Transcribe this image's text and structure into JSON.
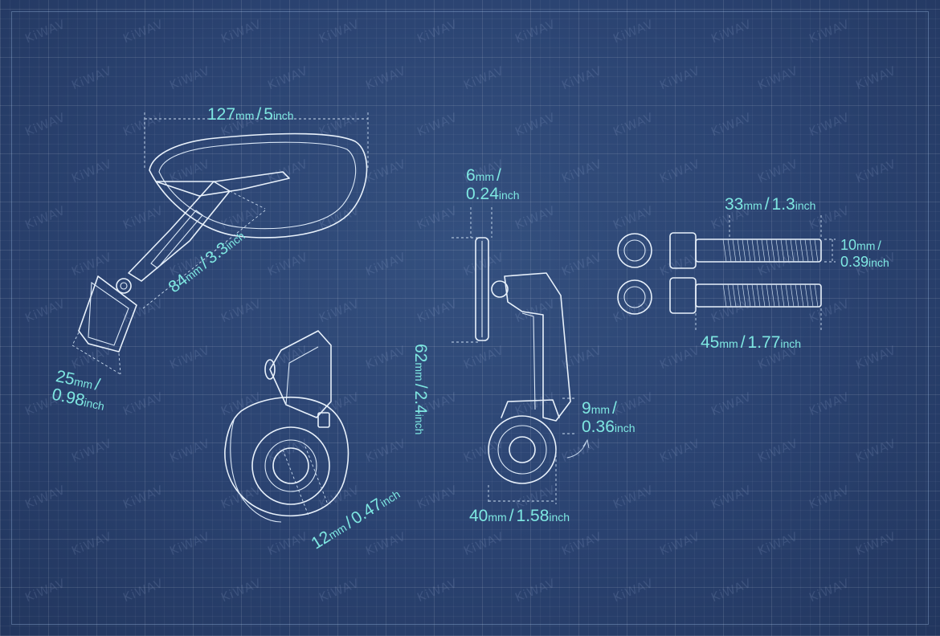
{
  "watermark": "KiWAV",
  "colors": {
    "background": "#2a4270",
    "line": "#e8f1fb",
    "label": "#7ee7e1"
  },
  "labels": {
    "width_127": {
      "v1": "127",
      "u1": "mm",
      "v2": "5",
      "u2": "inch"
    },
    "length_84": {
      "v1": "84",
      "u1": "mm",
      "v2": "3.3",
      "u2": "inch"
    },
    "base_25": {
      "v1": "25",
      "u1": "mm",
      "v2": "0.98",
      "u2": "inch"
    },
    "bore_12": {
      "v1": "12",
      "u1": "mm",
      "v2": "0.47",
      "u2": "inch"
    },
    "thick_6": {
      "v1": "6",
      "u1": "mm",
      "v2": "0.24",
      "u2": "inch"
    },
    "height_62": {
      "v1": "62",
      "u1": "mm",
      "v2": "2.4",
      "u2": "inch"
    },
    "offset_9": {
      "v1": "9",
      "u1": "mm",
      "v2": "0.36",
      "u2": "inch"
    },
    "diam_40": {
      "v1": "40",
      "u1": "mm",
      "v2": "1.58",
      "u2": "inch"
    },
    "bolt_33": {
      "v1": "33",
      "u1": "mm",
      "v2": "1.3",
      "u2": "inch"
    },
    "bolt_dia_10": {
      "v1": "10",
      "u1": "mm",
      "v2": "0.39",
      "u2": "inch"
    },
    "bolt_45": {
      "v1": "45",
      "u1": "mm",
      "v2": "1.77",
      "u2": "inch"
    }
  }
}
